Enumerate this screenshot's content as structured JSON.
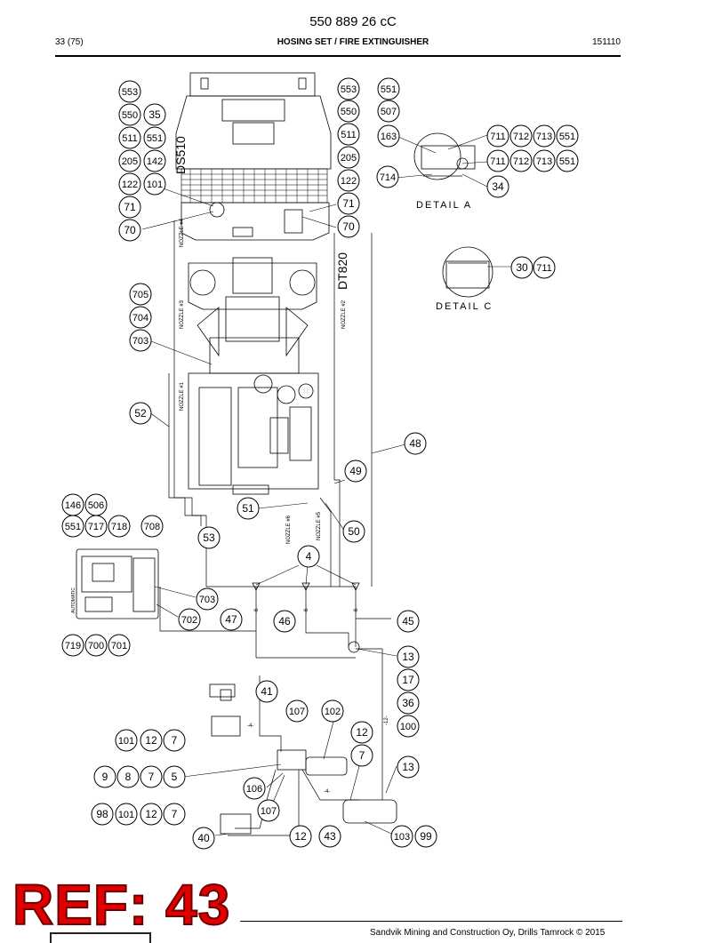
{
  "header": {
    "doc_number": "550 889 26 cC",
    "page": "33 (75)",
    "title": "HOSING SET / FIRE EXTINGUISHER",
    "code": "151110"
  },
  "drawing": {
    "detail_a": "DETAIL A",
    "detail_c": "DETAIL C",
    "ds510": "DS510",
    "dt820": "DT820",
    "nozzle_4": "NOZZLE #4",
    "nozzle_3": "NOZZLE #3",
    "nozzle_2": "NOZZLE #2",
    "nozzle_1": "NOZZLE #1",
    "nozzle_6": "NOZZLE #6",
    "nozzle_5": "NOZZLE #5",
    "automatic": "AUTOMATIC",
    "hose_6a": "-6-",
    "hose_6b": "-6-",
    "hose_6c": "-6-",
    "hose_12": "-12-",
    "hose_4a": "-4-",
    "hose_4b": "-4-",
    "callouts": [
      "553",
      "550",
      "35",
      "511",
      "551",
      "205",
      "142",
      "122",
      "101",
      "71",
      "70",
      "553",
      "551",
      "550",
      "507",
      "511",
      "163",
      "205",
      "122",
      "71",
      "70",
      "711",
      "712",
      "713",
      "551",
      "711",
      "712",
      "713",
      "551",
      "714",
      "34",
      "30",
      "711",
      "705",
      "704",
      "703",
      "52",
      "48",
      "49",
      "51",
      "50",
      "146",
      "506",
      "551",
      "717",
      "718",
      "708",
      "53",
      "4",
      "703",
      "702",
      "47",
      "46",
      "45",
      "719",
      "700",
      "701",
      "13",
      "17",
      "41",
      "36",
      "107",
      "102",
      "100",
      "12",
      "101",
      "12",
      "7",
      "7",
      "13",
      "9",
      "8",
      "7",
      "5",
      "106",
      "107",
      "98",
      "101",
      "12",
      "7",
      "40",
      "12",
      "43",
      "103",
      "99"
    ]
  },
  "ref_stamp": "REF: 43",
  "footer": {
    "copyright": "Sandvik Mining and Construction Oy, Drills Tamrock © 2015"
  }
}
